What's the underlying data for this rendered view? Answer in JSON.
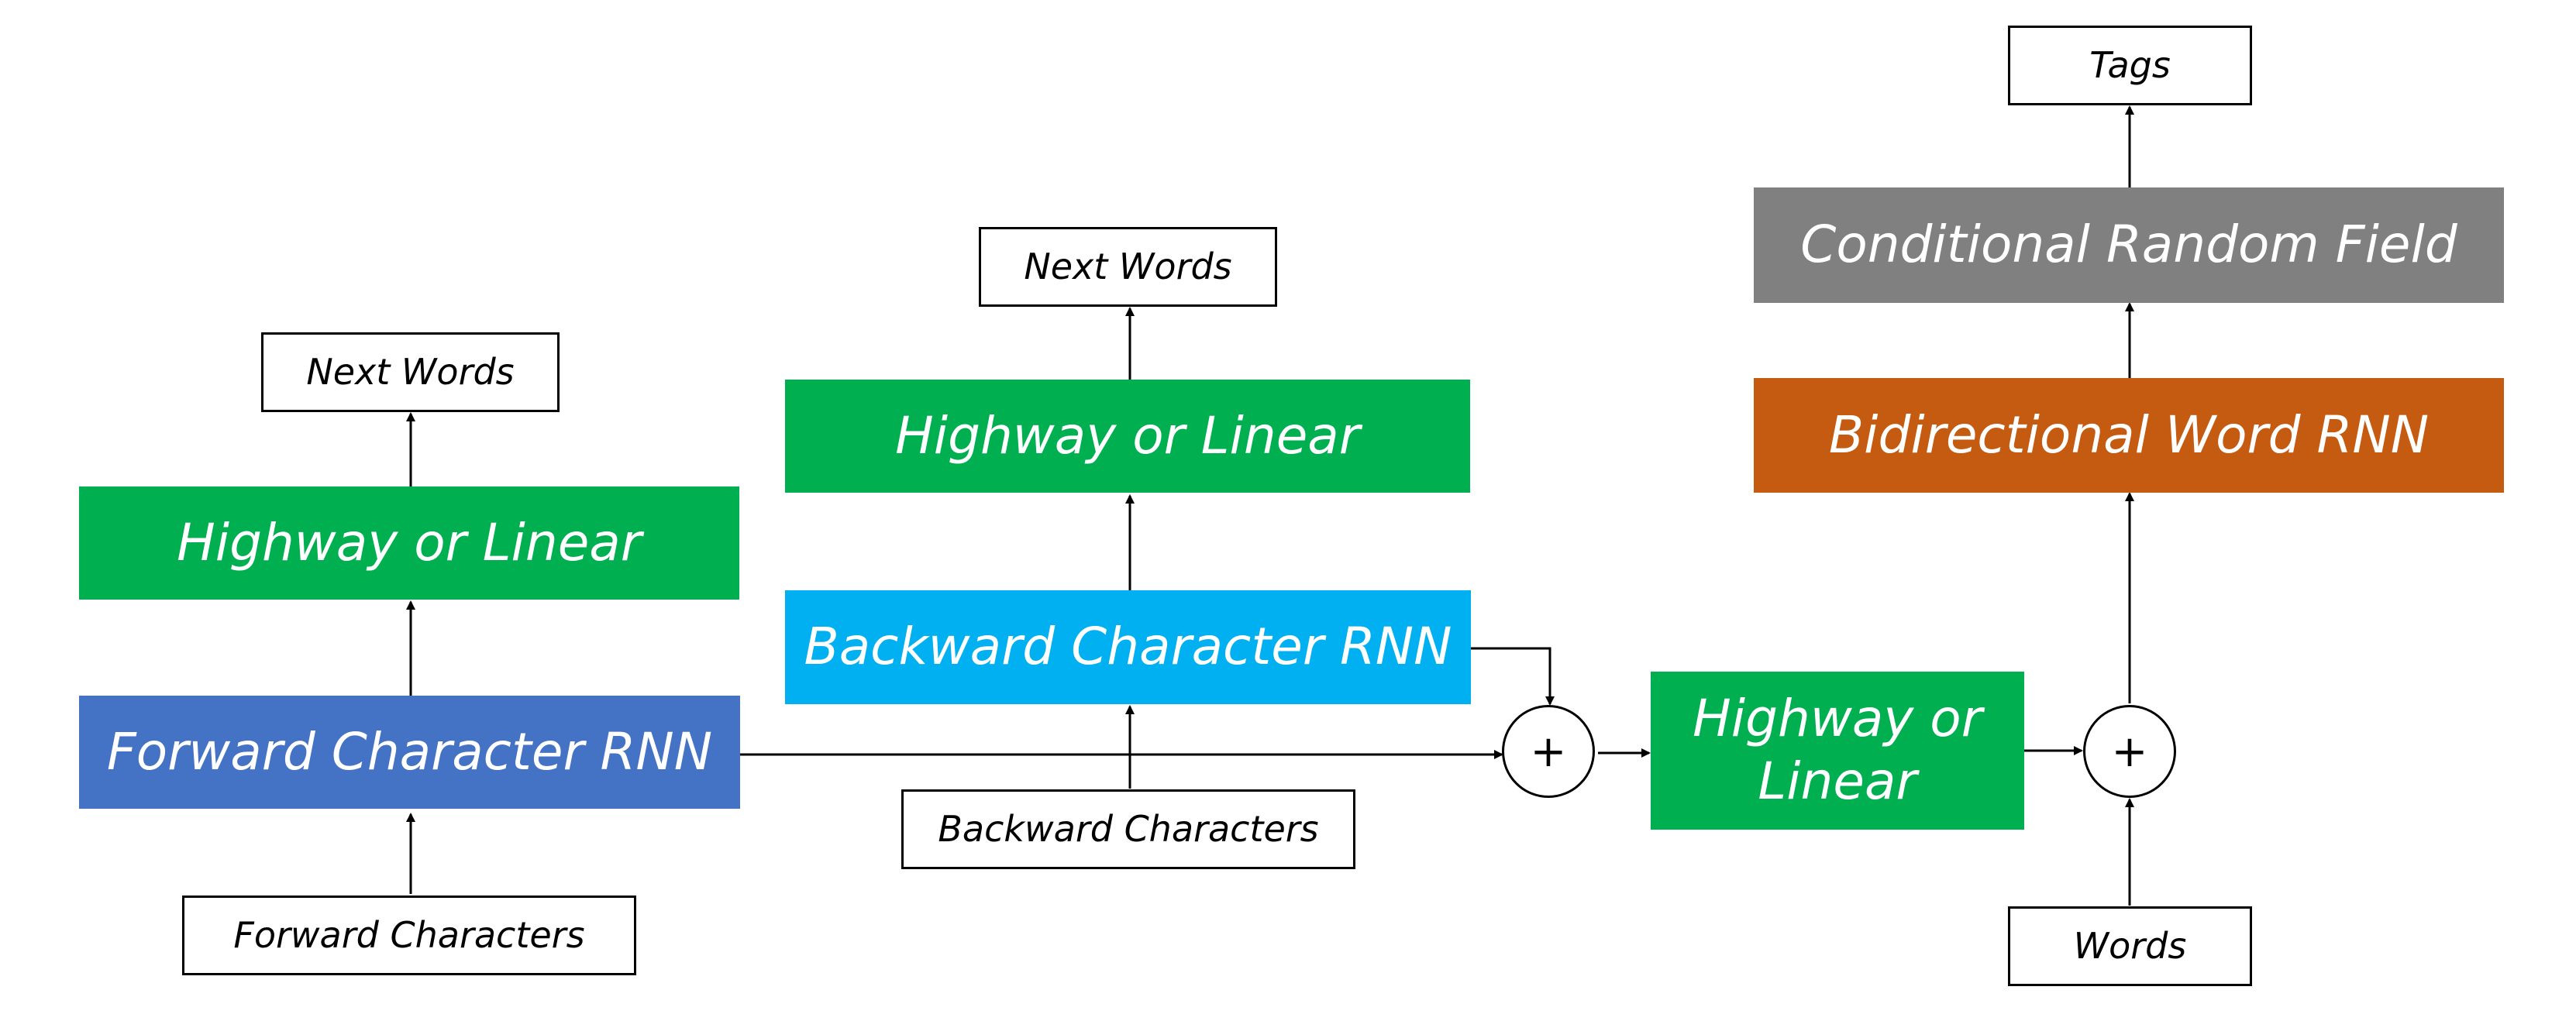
{
  "nodes": {
    "next_words_left": "Next Words",
    "highway_left": "Highway or Linear",
    "forward_rnn": "Forward Character RNN",
    "forward_chars": "Forward Characters",
    "next_words_mid": "Next Words",
    "highway_mid": "Highway or Linear",
    "backward_rnn": "Backward Character RNN",
    "backward_chars": "Backward Characters",
    "highway_right": "Highway or\nLinear",
    "tags": "Tags",
    "crf": "Conditional Random Field",
    "word_rnn": "Bidirectional Word RNN",
    "words": "Words",
    "plus_symbol": "+"
  },
  "colors": {
    "highway": "#00b050",
    "forward_rnn": "#4472c4",
    "backward_rnn": "#00b0f0",
    "crf": "#808080",
    "word_rnn": "#c55a11"
  }
}
